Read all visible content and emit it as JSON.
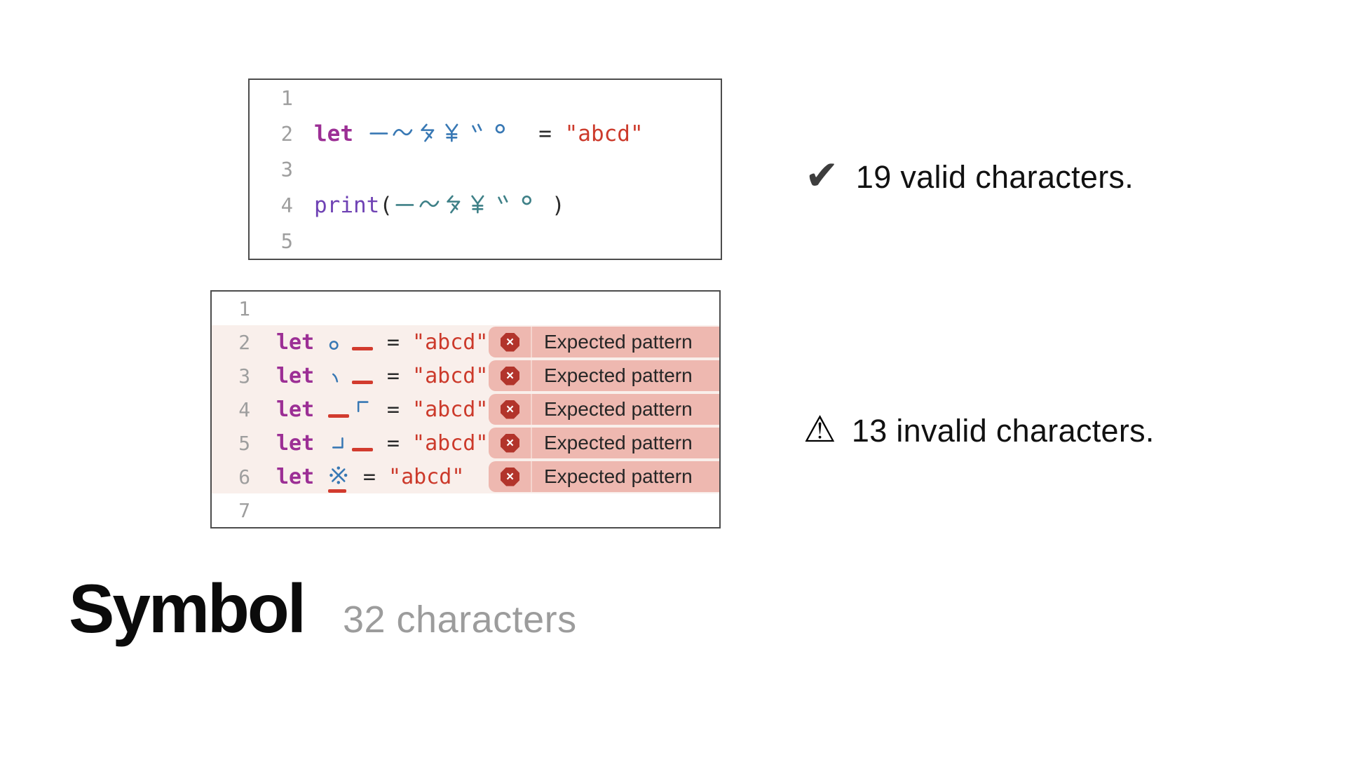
{
  "palette": {
    "keyword": "#9c2f95",
    "declaration": "#3878b4",
    "identifier": "#3e8087",
    "function": "#6f42b4",
    "plain": "#2b2b2b",
    "string": "#cc3a2b",
    "line_number": "#9e9e9e",
    "border": "#4c4c4c",
    "error_bar": "#d23b2e",
    "error_row_bg": "#f9efeb",
    "error_chip_bg": "#eeb8b0",
    "error_badge": "#b2342b"
  },
  "valid_snippet": {
    "lines": [
      {
        "num": "1",
        "tokens": []
      },
      {
        "num": "2",
        "tokens": [
          {
            "t": "let ",
            "c": "keyword"
          },
          {
            "t": "ー〜々¥゛゜",
            "c": "declaration",
            "glyphs": [
              "prolonged-sound-mark",
              "wave-dash",
              "iteration-mark",
              "fullwidth-yen",
              "dakuten",
              "handakuten"
            ]
          },
          {
            "t": "  = ",
            "c": "plain"
          },
          {
            "t": "\"abcd\"",
            "c": "string"
          }
        ]
      },
      {
        "num": "3",
        "tokens": []
      },
      {
        "num": "4",
        "tokens": [
          {
            "t": "print",
            "c": "function"
          },
          {
            "t": "(",
            "c": "plain"
          },
          {
            "t": "ー〜々¥゛゜",
            "c": "identifier",
            "glyphs": [
              "prolonged-sound-mark",
              "wave-dash",
              "iteration-mark",
              "fullwidth-yen",
              "dakuten",
              "handakuten"
            ]
          },
          {
            "t": " )",
            "c": "plain"
          }
        ]
      },
      {
        "num": "5",
        "tokens": []
      }
    ]
  },
  "invalid_snippet": {
    "error_label": "Expected pattern",
    "lines": [
      {
        "num": "1",
        "tokens": []
      },
      {
        "num": "2",
        "error": true,
        "tokens": [
          {
            "t": "let ",
            "c": "keyword"
          },
          {
            "t": "。",
            "c": "declaration",
            "glyphs": [
              "ideographic-full-stop"
            ]
          },
          {
            "bar": true
          },
          {
            "t": " = ",
            "c": "plain"
          },
          {
            "t": "\"abcd\"",
            "c": "string"
          }
        ]
      },
      {
        "num": "3",
        "error": true,
        "tokens": [
          {
            "t": "let ",
            "c": "keyword"
          },
          {
            "t": "、",
            "c": "declaration",
            "glyphs": [
              "ideographic-comma"
            ]
          },
          {
            "bar": true
          },
          {
            "t": " = ",
            "c": "plain"
          },
          {
            "t": "\"abcd\"",
            "c": "string"
          }
        ]
      },
      {
        "num": "4",
        "error": true,
        "tokens": [
          {
            "t": "let ",
            "c": "keyword"
          },
          {
            "bar": true
          },
          {
            "t": "「",
            "c": "declaration",
            "glyphs": [
              "left-corner-bracket"
            ]
          },
          {
            "t": " = ",
            "c": "plain"
          },
          {
            "t": "\"abcd\"",
            "c": "string"
          }
        ]
      },
      {
        "num": "5",
        "error": true,
        "tokens": [
          {
            "t": "let ",
            "c": "keyword"
          },
          {
            "t": "」",
            "c": "declaration",
            "glyphs": [
              "right-corner-bracket"
            ]
          },
          {
            "bar": true
          },
          {
            "t": " = ",
            "c": "plain"
          },
          {
            "t": "\"abcd\"",
            "c": "string"
          }
        ]
      },
      {
        "num": "6",
        "error": true,
        "tokens": [
          {
            "t": "let ",
            "c": "keyword"
          },
          {
            "t": "※",
            "c": "declaration",
            "u": true,
            "glyphs": [
              "reference-mark"
            ]
          },
          {
            "t": " = ",
            "c": "plain"
          },
          {
            "t": "\"abcd\"",
            "c": "string"
          }
        ]
      },
      {
        "num": "7",
        "tokens": []
      }
    ]
  },
  "valid_note": {
    "glyph": "✔",
    "text": "19 valid characters."
  },
  "invalid_note": {
    "glyph": "⚠",
    "text": "13 invalid characters."
  },
  "footer": {
    "title": "Symbol",
    "count_label": "32 characters"
  }
}
